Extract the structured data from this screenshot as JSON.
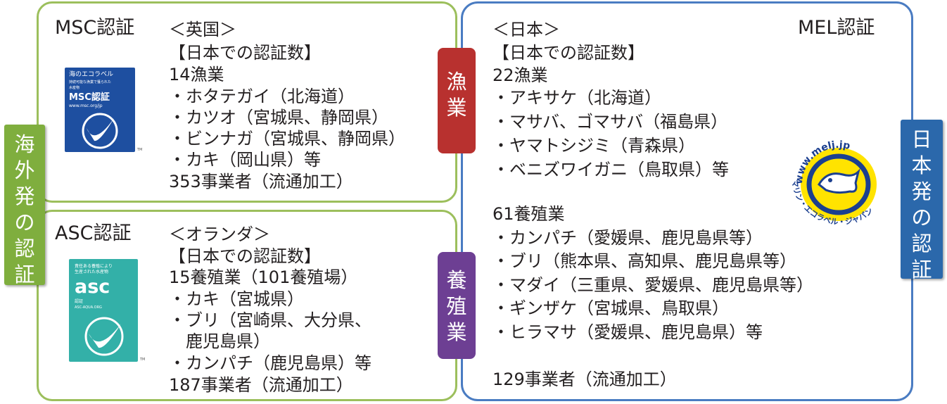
{
  "overseas_label": [
    "海",
    "外",
    "発",
    "の",
    "認",
    "証"
  ],
  "japan_label": [
    "日",
    "本",
    "発",
    "の",
    "認",
    "証"
  ],
  "fishery_label": [
    "漁",
    "業"
  ],
  "aquaculture_label": [
    "養",
    "殖",
    "業"
  ],
  "msc": {
    "name": "MSC認証",
    "origin": "＜英国＞",
    "count_heading": "【日本での認証数】",
    "fisheries": "14漁業",
    "items": [
      "・ホタテガイ（北海道）",
      "・カツオ（宮城県、静岡県）",
      "・ビンナガ（宮城県、静岡県）",
      "・カキ（岡山県）等"
    ],
    "processors": "353事業者（流通加工）",
    "logo_text": [
      "海のエコラベル",
      "持続可能な漁業で獲られた",
      "水産物",
      "MSC認証",
      "www.msc.org/jp"
    ]
  },
  "asc": {
    "name": "ASC認証",
    "origin": "＜オランダ＞",
    "count_heading": "【日本での認証数】",
    "farms": "15養殖業（101養殖場）",
    "items": [
      "・カキ（宮城県）",
      "・ブリ（宮崎県、大分県、",
      "　鹿児島県）",
      "・カンパチ（鹿児島県）等"
    ],
    "processors": "187事業者（流通加工）",
    "logo_text": [
      "責任ある養殖により",
      "生産された水産物",
      "asc",
      "認証",
      "ASC-AQUA.ORG"
    ]
  },
  "mel": {
    "name": "MEL認証",
    "origin": "＜日本＞",
    "count_heading": "【日本での認証数】",
    "fisheries": "22漁業",
    "fishery_items": [
      "・アキサケ（北海道）",
      "・マサバ、ゴマサバ（福島県）",
      "・ヤマトシジミ（青森県）",
      "・ベニズワイガニ（鳥取県）等"
    ],
    "farms": "61養殖業",
    "farm_items": [
      "・カンパチ（愛媛県、鹿児島県等）",
      "・ブリ（熊本県、高知県、鹿児島県等）",
      "・マダイ（三重県、愛媛県、鹿児島県等）",
      "・ギンザケ（宮城県、鳥取県）",
      "・ヒラマサ（愛媛県、鹿児島県）等"
    ],
    "processors": "129事業者（流通加工）",
    "logo_text": [
      "www.melj.jp",
      "マリン・エコラベル・ジャパン"
    ]
  }
}
